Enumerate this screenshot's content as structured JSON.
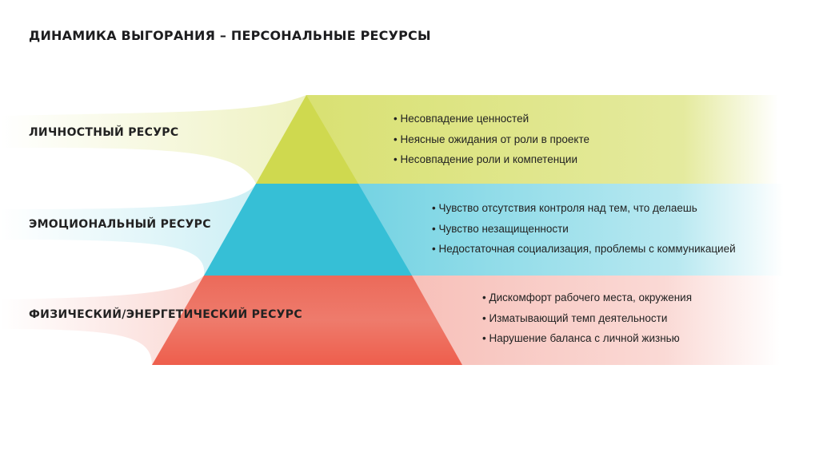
{
  "title": "ДИНАМИКА ВЫГОРАНИЯ – ПЕРСОНАЛЬНЫЕ РЕСУРСЫ",
  "colors": {
    "personal": "#cfd94f",
    "emotional": "#36bfd6",
    "physical": "#ec6857"
  },
  "levels": [
    {
      "label": "ЛИЧНОСТНЫЙ РЕСУРС",
      "items": [
        "Несовпадение ценностей",
        "Неясные ожидания от роли в проекте",
        "Несовпадение роли и компетенции"
      ]
    },
    {
      "label": "ЭМОЦИОНАЛЬНЫЙ РЕСУРС",
      "items": [
        "Чувство отсутствия контроля над тем, что делаешь",
        "Чувство незащищенности",
        "Недостаточная социализация, проблемы с коммуникацией"
      ]
    },
    {
      "label": "ФИЗИЧЕСКИЙ/ЭНЕРГЕТИЧЕСКИЙ РЕСУРС",
      "items": [
        "Дискомфорт рабочего места, окружения",
        "Изматывающий темп деятельности",
        "Нарушение баланса с личной жизнью"
      ]
    }
  ]
}
